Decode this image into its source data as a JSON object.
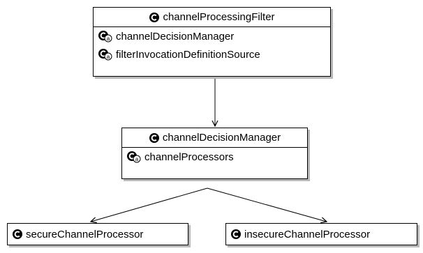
{
  "classes": {
    "filter": {
      "title": "channelProcessingFilter",
      "props": [
        "channelDecisionManager",
        "filterInvocationDefinitionSource"
      ]
    },
    "manager": {
      "title": "channelDecisionManager",
      "props": [
        "channelProcessors"
      ]
    },
    "secure": {
      "title": "secureChannelProcessor"
    },
    "insecure": {
      "title": "insecureChannelProcessor"
    }
  },
  "icons": {
    "class": "class-icon",
    "property": "property-icon"
  }
}
